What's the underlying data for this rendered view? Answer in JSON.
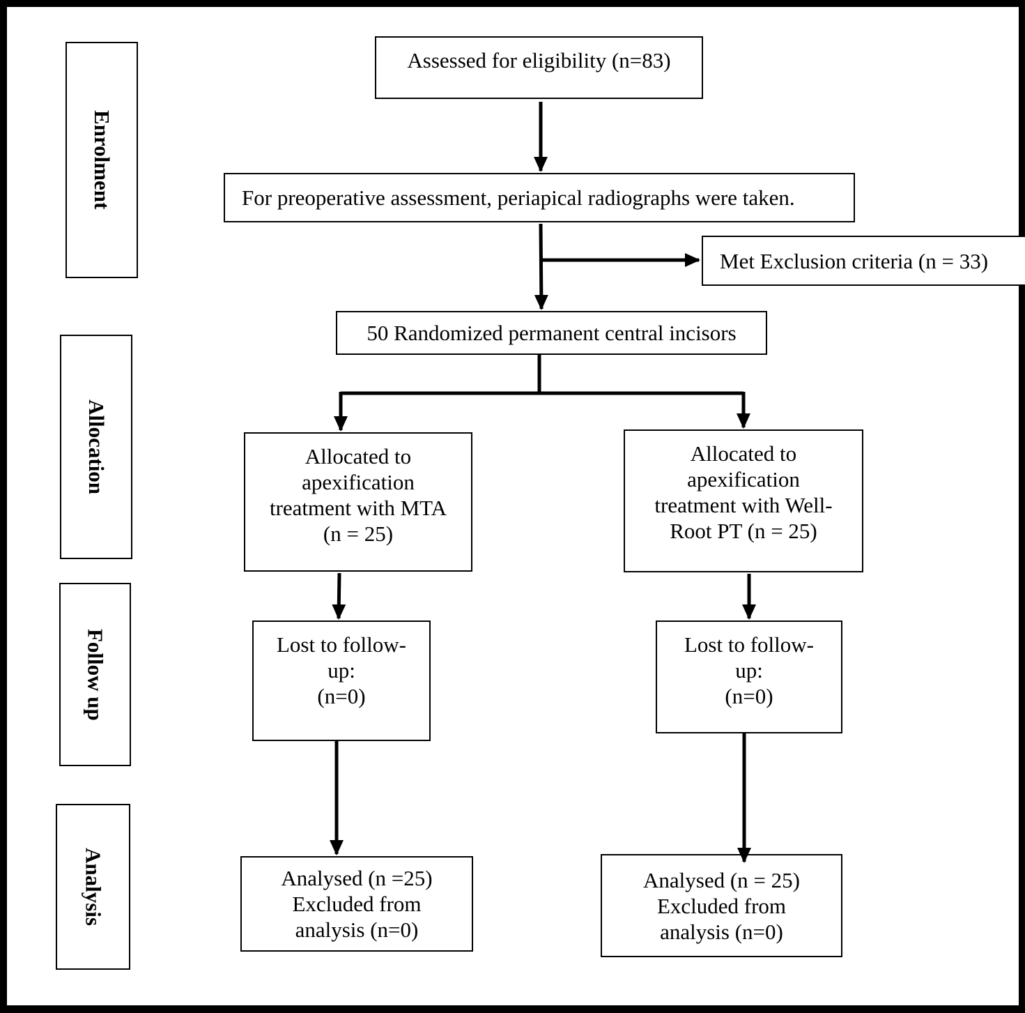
{
  "stages": {
    "enrolment": "Enrolment",
    "allocation": "Allocation",
    "follow_up": "Follow up",
    "analysis": "Analysis"
  },
  "boxes": {
    "assessed": "Assessed for eligibility (n=83)",
    "preoperative": "For preoperative assessment, periapical radiographs were taken.",
    "excluded": "Met Exclusion criteria (n = 33)",
    "randomized": "50 Randomized permanent central incisors",
    "alloc_mta": "Allocated to\napexification\ntreatment with MTA\n(n = 25)",
    "alloc_wellroot": "Allocated to\napexification\ntreatment with Well-\nRoot PT (n = 25)",
    "lost_mta": "Lost to follow-\nup:\n(n=0)",
    "lost_wellroot": "Lost to follow-\nup:\n(n=0)",
    "analysed_mta": "Analysed (n =25)\nExcluded from\nanalysis (n=0)",
    "analysed_wellroot": "Analysed (n = 25)\nExcluded from\nanalysis (n=0)"
  }
}
